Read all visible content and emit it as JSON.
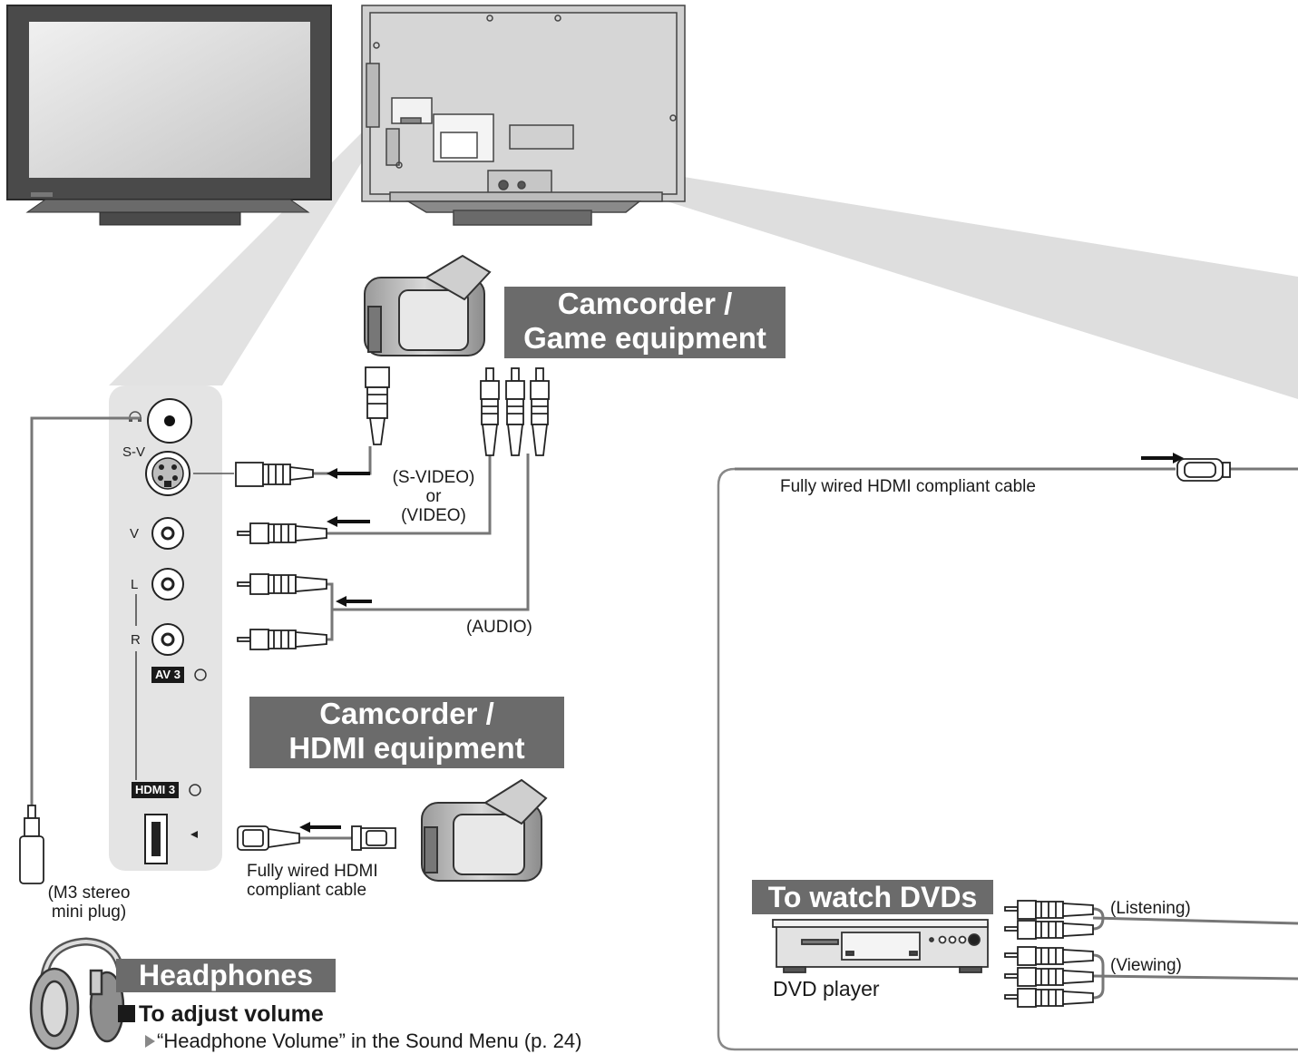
{
  "headings": {
    "camcorder_game": [
      "Camcorder /",
      "Game equipment"
    ],
    "camcorder_hdmi": [
      "Camcorder /",
      "HDMI equipment"
    ],
    "headphones": "Headphones",
    "dvd": "To watch DVDs"
  },
  "ports": {
    "sv": "S-V",
    "v": "V",
    "l": "L",
    "r": "R",
    "av3": "AV 3",
    "hdmi3": "HDMI 3"
  },
  "labels": {
    "svideo": "(S-VIDEO)",
    "or": "or",
    "video": "(VIDEO)",
    "audio": "(AUDIO)",
    "hdmi_cable_top": "Fully wired HDMI compliant cable",
    "hdmi_cable_bottom": [
      "Fully wired HDMI",
      "compliant cable"
    ],
    "mini_plug": [
      "(M3 stereo",
      "mini plug)"
    ],
    "listening": "(Listening)",
    "viewing": "(Viewing)",
    "dvd_player": "DVD player"
  },
  "volume": {
    "title": "To adjust volume",
    "reference": "“Headphone Volume” in the Sound Menu (p. 24)"
  },
  "colors": {
    "heading_bg": "#6b6b6b",
    "panel_bg": "#e4e4e4",
    "beam": "#dcdcdc"
  }
}
